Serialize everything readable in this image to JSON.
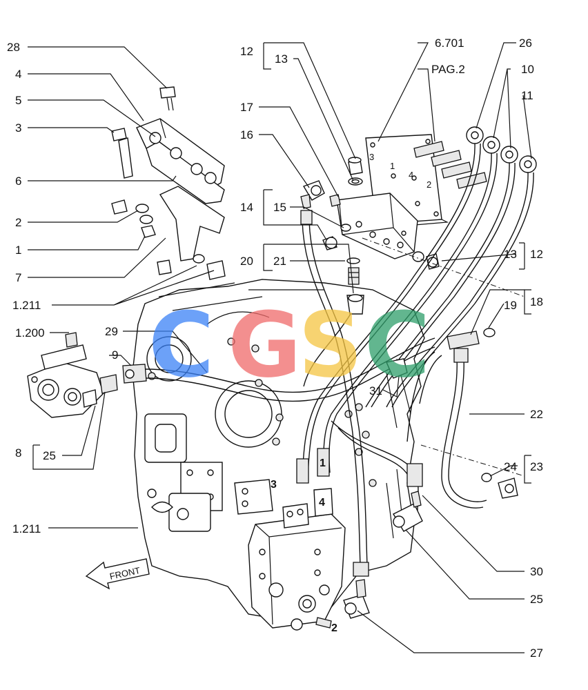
{
  "diagram": {
    "callouts": [
      {
        "id": "c28",
        "text": "28"
      },
      {
        "id": "c4",
        "text": "4"
      },
      {
        "id": "c5",
        "text": "5"
      },
      {
        "id": "c3",
        "text": "3"
      },
      {
        "id": "c6",
        "text": "6"
      },
      {
        "id": "c2",
        "text": "2"
      },
      {
        "id": "c1",
        "text": "1"
      },
      {
        "id": "c7",
        "text": "7"
      },
      {
        "id": "c1211a",
        "text": "1.211"
      },
      {
        "id": "c1200",
        "text": "1.200"
      },
      {
        "id": "c9",
        "text": "9"
      },
      {
        "id": "c29",
        "text": "29"
      },
      {
        "id": "c8",
        "text": "8"
      },
      {
        "id": "c25a",
        "text": "25"
      },
      {
        "id": "c1211b",
        "text": "1.211"
      },
      {
        "id": "c12a",
        "text": "12"
      },
      {
        "id": "c13a",
        "text": "13"
      },
      {
        "id": "c17",
        "text": "17"
      },
      {
        "id": "c16",
        "text": "16"
      },
      {
        "id": "c14",
        "text": "14"
      },
      {
        "id": "c15",
        "text": "15"
      },
      {
        "id": "c20",
        "text": "20"
      },
      {
        "id": "c21",
        "text": "21"
      },
      {
        "id": "c6701",
        "text": "6.701"
      },
      {
        "id": "cpag",
        "text": "PAG.2"
      },
      {
        "id": "c26",
        "text": "26"
      },
      {
        "id": "c10",
        "text": "10"
      },
      {
        "id": "c11",
        "text": "11"
      },
      {
        "id": "c13b",
        "text": "13"
      },
      {
        "id": "c12b",
        "text": "12"
      },
      {
        "id": "c18",
        "text": "18"
      },
      {
        "id": "c19",
        "text": "19"
      },
      {
        "id": "c22",
        "text": "22"
      },
      {
        "id": "c31",
        "text": "31"
      },
      {
        "id": "c24",
        "text": "24"
      },
      {
        "id": "c23",
        "text": "23"
      },
      {
        "id": "c30",
        "text": "30"
      },
      {
        "id": "c25b",
        "text": "25"
      },
      {
        "id": "c27",
        "text": "27"
      }
    ],
    "plate_marks": [
      "3",
      "1",
      "4",
      "2"
    ],
    "pump_marks": [
      "1",
      "3",
      "4",
      "2"
    ],
    "front_label": "FRONT",
    "watermark": {
      "letters": [
        "C",
        "G",
        "S",
        "C"
      ],
      "colors": [
        "#3b82f6",
        "#f06a6a",
        "#f5c542",
        "#2e9e6a"
      ]
    }
  }
}
